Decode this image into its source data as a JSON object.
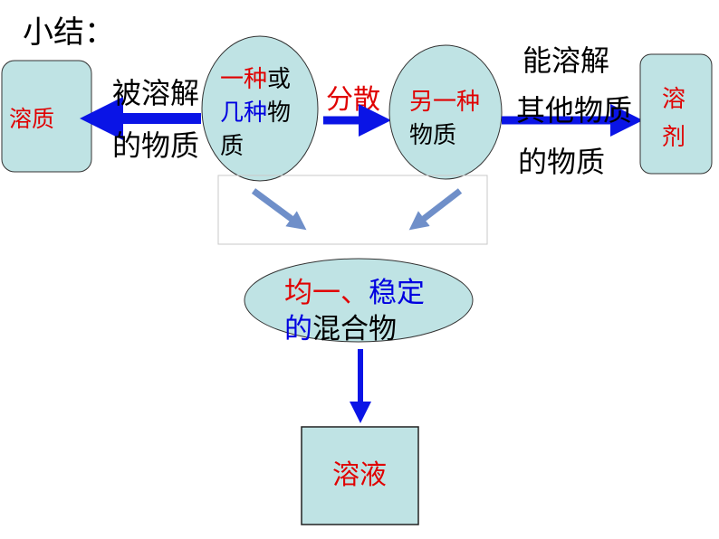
{
  "title": "小结：",
  "colors": {
    "shape_fill": "#bfe3e4",
    "arrow_blue": "#0a14e6",
    "diag_arrow": "#6f8fc9",
    "red": "#e00000",
    "blue": "#0000e0"
  },
  "solute_box": {
    "label": "溶质"
  },
  "solute_desc": {
    "line1": "被溶解",
    "line2": "的物质"
  },
  "ellipse_left": {
    "l1_red": "一种",
    "l1_black": "或",
    "l2_blue": "几种",
    "l2_black": "物",
    "l3": "质"
  },
  "disperse_label": "分散",
  "ellipse_right": {
    "l1": "另一种",
    "l2": "物质"
  },
  "solvent_desc": {
    "line1": "能溶解",
    "line2": "其他物质",
    "line3": "的物质"
  },
  "solvent_box": {
    "l1": "溶",
    "l2": "剂"
  },
  "mixture": {
    "l1_red": "均一、",
    "l1_blue": "稳定",
    "l2_blue": "的",
    "l2_black": "混合物"
  },
  "solution_box": {
    "label": "溶液"
  }
}
